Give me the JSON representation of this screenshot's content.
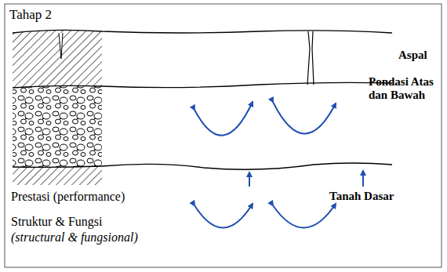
{
  "diagram": {
    "title": "Tahap 2",
    "labels": [
      "Aspal",
      "Pondasi Atas dan Bawah",
      "Tanah Dasar",
      "Prestasi (performance)",
      "Struktur & Fungsi",
      "(structural & fungsional)"
    ]
  }
}
